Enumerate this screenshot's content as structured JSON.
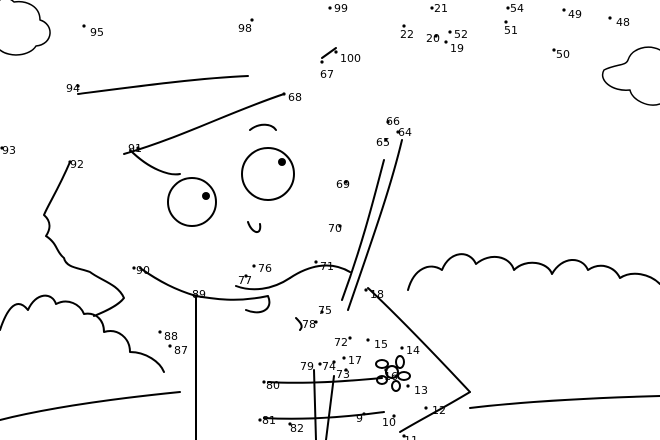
{
  "puzzle": {
    "labels": [
      "99",
      "21",
      "54",
      "49",
      "48",
      "95",
      "98",
      "22",
      "20",
      "52",
      "19",
      "51",
      "50",
      "100",
      "67",
      "94",
      "68",
      "66",
      "64",
      "65",
      "93",
      "92",
      "91",
      "69",
      "70",
      "90",
      "76",
      "77",
      "71",
      "89",
      "18",
      "75",
      "78",
      "72",
      "15",
      "14",
      "88",
      "87",
      "79",
      "74",
      "73",
      "17",
      "16",
      "13",
      "80",
      "12",
      "9",
      "10",
      "81",
      "82",
      "11"
    ]
  }
}
